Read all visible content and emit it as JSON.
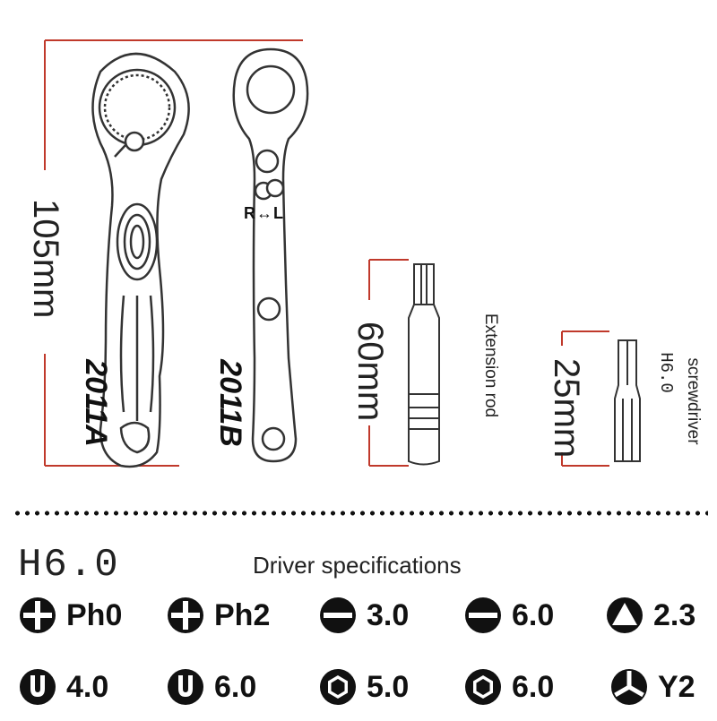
{
  "dimensions": {
    "wrench_length": "105mm",
    "extension_length": "60mm",
    "bit_length": "25mm"
  },
  "models": {
    "a": "2011A",
    "b": "2011B"
  },
  "direction_label": "R↔L",
  "extension_label": "Extension rod",
  "screwdriver": {
    "label": "screwdriver",
    "size": "H6.0"
  },
  "spec_section": {
    "hex_label": "H6.0",
    "title": "Driver specifications",
    "row1": [
      {
        "icon": "phillips-icon",
        "label": "Ph0"
      },
      {
        "icon": "phillips-icon",
        "label": "Ph2"
      },
      {
        "icon": "slotted-icon",
        "label": "3.0"
      },
      {
        "icon": "slotted-icon",
        "label": "6.0"
      },
      {
        "icon": "triangle-icon",
        "label": "2.3"
      }
    ],
    "row2": [
      {
        "icon": "u-shape-icon",
        "label": "4.0"
      },
      {
        "icon": "u-shape-icon",
        "label": "6.0"
      },
      {
        "icon": "hex-icon",
        "label": "5.0"
      },
      {
        "icon": "hex-icon",
        "label": "6.0"
      },
      {
        "icon": "tri-wing-icon",
        "label": "Y2"
      }
    ]
  },
  "colors": {
    "dimension_line": "#c0392b",
    "outline": "#333333",
    "ink": "#111111"
  }
}
